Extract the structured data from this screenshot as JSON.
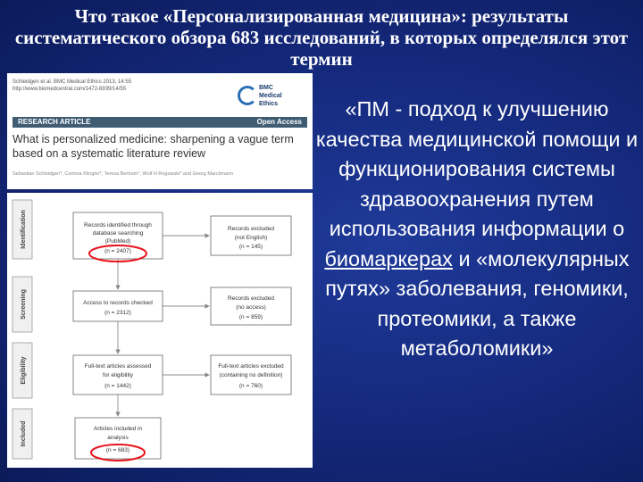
{
  "slide": {
    "title": "Что такое «Персонализированная медицина»: результаты систематического обзора 683 исследований, в которых определялся этот термин"
  },
  "article": {
    "citation_line1": "Schleidgen et al. BMC Medical Ethics 2013, 14:55",
    "citation_line2": "http://www.biomedcentral.com/1472-6939/14/55",
    "journal_line1": "BMC",
    "journal_line2": "Medical Ethics",
    "section_label": "RESEARCH ARTICLE",
    "access_label": "Open Access",
    "title": "What is personalized medicine: sharpening a vague term based on a systematic literature review",
    "authors": "Sebastian Schleidgen*, Corinna Klingler*, Teresa Bertram*, Wolf H Rogowski* and Georg Marckmann"
  },
  "flow": {
    "stages": [
      "Identification",
      "Screening",
      "Eligibility",
      "Included"
    ],
    "box1": [
      "Records identified through",
      "database searching",
      "(PubMed)",
      "(n = 2407)"
    ],
    "excl1": [
      "Records excluded",
      "(not English)",
      "(n = 145)"
    ],
    "box2": [
      "Access to records checked",
      "(n = 2312)"
    ],
    "excl2": [
      "Records excluded",
      "(no access)",
      "(n = 859)"
    ],
    "box3": [
      "Full-text articles assessed",
      "for eligibility",
      "(n = 1442)"
    ],
    "excl3": [
      "Full-text articles excluded",
      "(containing no definition)",
      "(n = 760)"
    ],
    "box4": [
      "Articles included in",
      "analysis",
      "(n = 683)"
    ]
  },
  "quote": {
    "part1": "«ПМ - подход к улучшению качества медицинской помощи и функционирования системы здравоохранения путем использования информации о",
    "underlined": "биомаркерах",
    "part2": "и «молекулярных путях» заболевания, геномики, протеомики, а также метаболомики»"
  },
  "colors": {
    "background": "#14287a",
    "highlight_ellipse": "#e8141c",
    "article_bar": "#3f5c73"
  }
}
